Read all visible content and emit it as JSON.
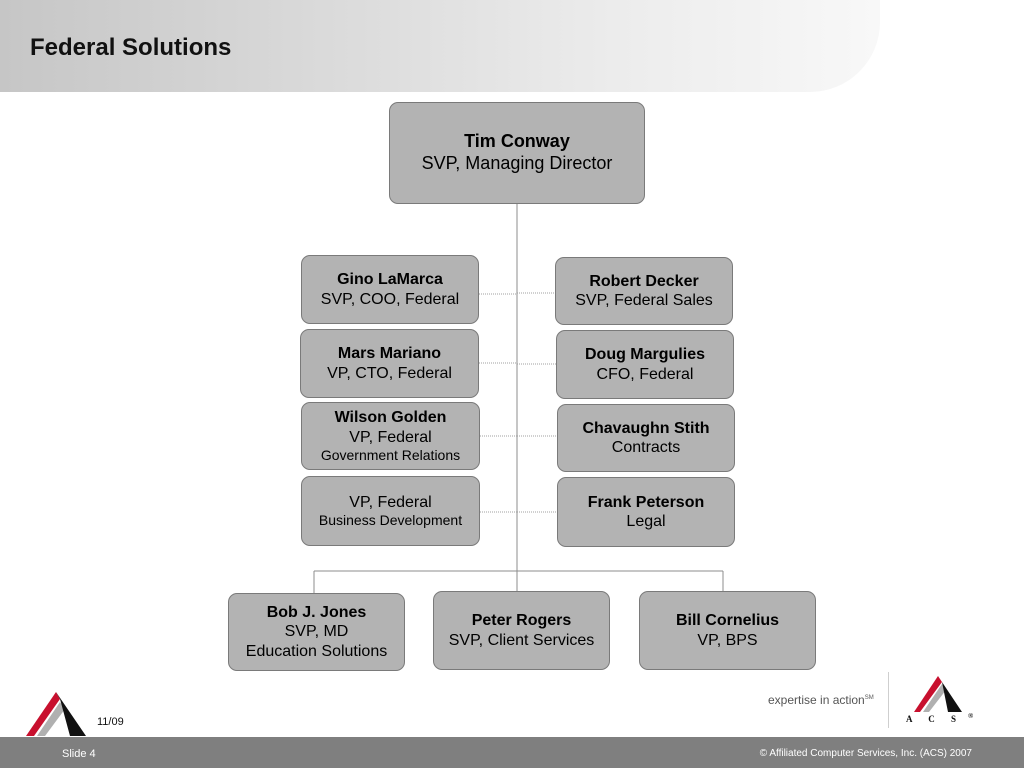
{
  "slide": {
    "title": "Federal Solutions",
    "date": "11/09",
    "slide_number": "Slide 4",
    "tagline": "expertise in action",
    "tagline_mark": "SM",
    "copyright": "© Affiliated Computer Services, Inc. (ACS) 2007",
    "logo_text": "A C S",
    "logo_mark": "®"
  },
  "colors": {
    "box_fill": "#b3b3b3",
    "box_border": "#7a7a7a",
    "footer": "#7f7f7f",
    "logo_red": "#c8102e"
  },
  "org": {
    "top": {
      "name": "Tim Conway",
      "title": "SVP, Managing Director"
    },
    "left": [
      {
        "name": "Gino LaMarca",
        "lines": [
          "SVP, COO, Federal"
        ]
      },
      {
        "name": "Mars Mariano",
        "lines": [
          "VP, CTO, Federal"
        ]
      },
      {
        "name": "Wilson Golden",
        "lines": [
          "VP, Federal",
          "Government Relations"
        ]
      },
      {
        "name": "",
        "lines": [
          "VP, Federal",
          "Business Development"
        ]
      }
    ],
    "right": [
      {
        "name": "Robert Decker",
        "lines": [
          "SVP, Federal Sales"
        ]
      },
      {
        "name": "Doug Margulies",
        "lines": [
          "CFO, Federal"
        ]
      },
      {
        "name": "Chavaughn Stith",
        "lines": [
          "Contracts"
        ]
      },
      {
        "name": "Frank Peterson",
        "lines": [
          "Legal"
        ]
      }
    ],
    "bottom": [
      {
        "name": "Bob J. Jones",
        "lines": [
          "SVP, MD",
          "Education Solutions"
        ]
      },
      {
        "name": "Peter Rogers",
        "lines": [
          "SVP, Client Services"
        ]
      },
      {
        "name": "Bill Cornelius",
        "lines": [
          "VP, BPS"
        ]
      }
    ]
  }
}
